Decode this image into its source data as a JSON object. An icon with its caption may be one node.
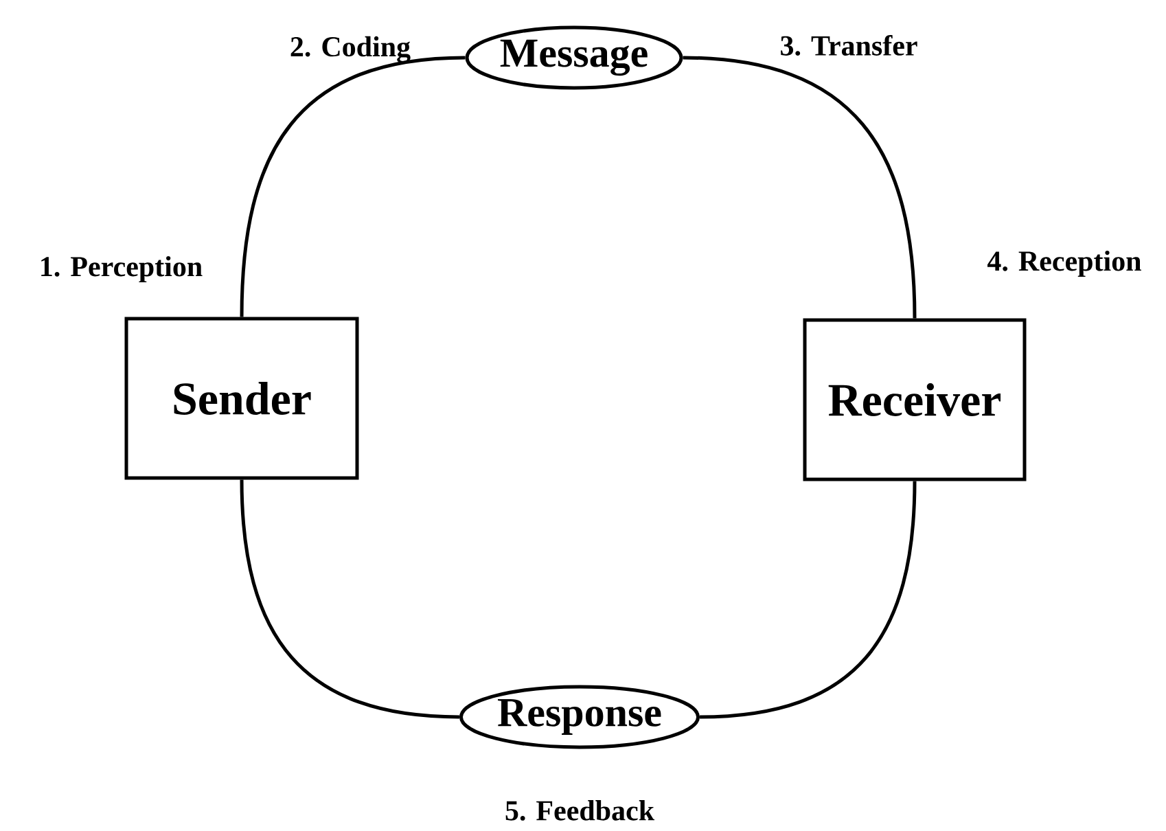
{
  "diagram": {
    "nodes": [
      {
        "text": [
          "Message"
        ]
      },
      {
        "text": [
          "Sender"
        ]
      },
      {
        "text": [
          "Receiver"
        ]
      },
      {
        "text": [
          "Response"
        ]
      }
    ],
    "edges": [
      {
        "from": 1,
        "to": 0,
        "arrow": "none"
      },
      {
        "from": 0,
        "to": 2,
        "arrow": "none"
      },
      {
        "from": 2,
        "to": 3,
        "arrow": "none"
      },
      {
        "from": 3,
        "to": 1,
        "arrow": "none"
      }
    ],
    "labels": [
      "2. Coding",
      "3. Transfer",
      "1. Perception",
      "4. Reception",
      "5. Feedback"
    ]
  }
}
